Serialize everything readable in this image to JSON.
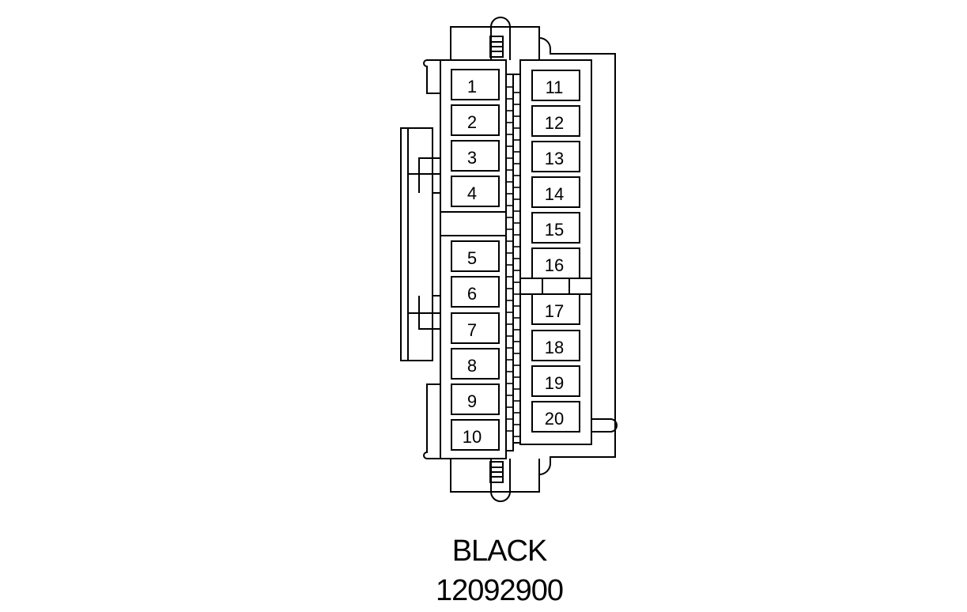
{
  "connector": {
    "color_label": "BLACK",
    "part_number": "12092900",
    "left_column_pins": [
      "1",
      "2",
      "3",
      "4",
      "5",
      "6",
      "7",
      "8",
      "9",
      "10"
    ],
    "right_column_pins": [
      "11",
      "12",
      "13",
      "14",
      "15",
      "16",
      "17",
      "18",
      "19",
      "20"
    ]
  }
}
